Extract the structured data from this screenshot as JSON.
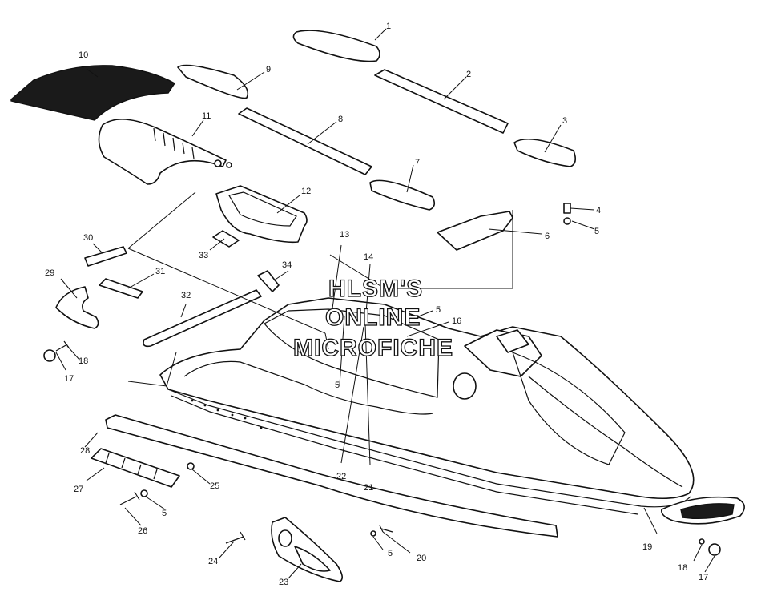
{
  "watermark": {
    "line1": "HLSM'S",
    "line2": "ONLINE",
    "line3": "MICROFICHE"
  },
  "callouts": {
    "c1": "1",
    "c2": "2",
    "c3": "3",
    "c4": "4",
    "c5a": "5",
    "c5b": "5",
    "c5c": "5",
    "c5d": "5",
    "c5e": "5",
    "c6": "6",
    "c7": "7",
    "c8": "8",
    "c9": "9",
    "c10": "10",
    "c11": "11",
    "c12": "12",
    "c13": "13",
    "c14": "14",
    "c16": "16",
    "c17a": "17",
    "c17b": "17",
    "c18a": "18",
    "c18b": "18",
    "c19": "19",
    "c20": "20",
    "c21": "21",
    "c22": "22",
    "c23": "23",
    "c24": "24",
    "c25": "25",
    "c26": "26",
    "c27": "27",
    "c28": "28",
    "c29": "29",
    "c30": "30",
    "c31": "31",
    "c32": "32",
    "c33": "33",
    "c34": "34"
  }
}
